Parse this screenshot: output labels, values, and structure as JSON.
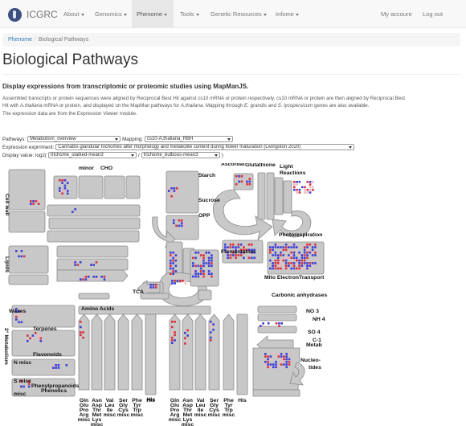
{
  "nav": {
    "brand": "ICGRC",
    "items": [
      {
        "label": "About",
        "has_caret": true
      },
      {
        "label": "Genomics",
        "has_caret": true
      },
      {
        "label": "Phenome",
        "has_caret": true,
        "active": true
      },
      {
        "label": "Tools",
        "has_caret": true
      },
      {
        "label": "Genetic Resources",
        "has_caret": true
      },
      {
        "label": "Infome",
        "has_caret": true
      }
    ],
    "account": "My account",
    "logout": "Log out"
  },
  "breadcrumb": {
    "root": "Phenome",
    "current": "Biological Pathways"
  },
  "page": {
    "title": "Biological Pathways",
    "subtitle": "Display expressions from transcriptomic or proteomic studies using MapManJS.",
    "desc_1": "Assembled transcripts or protein sequences were aligned by Reciprocal Best Hit against cs10 mRNA or protein respectively. cs10 mRNA or protein are then aligned by Reciprocal Best",
    "desc_2a": "Hit with ",
    "desc_2b": "A.thaliana",
    "desc_2c": " mRNA or protein, and displayed on the MapMan pathways for ",
    "desc_2d": "A.thaliana",
    "desc_2e": ". Mapping through ",
    "desc_2f": "E. grandis",
    "desc_2g": " and ",
    "desc_2h": "S. lycopersicum",
    "desc_2i": " genes are also available.",
    "desc_3": "The expression data are from the Expression Viewer module."
  },
  "controls": {
    "pathways_label": "Pathways:",
    "pathways_value": "Metabolism_overview",
    "mapping_label": "Mapping:",
    "mapping_value": "cs10-A.thaliana_RBH",
    "experiment_label": "Expression exprriment:",
    "experiment_value": "Cannabis glandular trichomes alter morphology and metabolite content during flower maturation (Livingston 2020)",
    "display_label": "Display value: log2(",
    "display_value_1": "trichome_stalked-mean3",
    "display_slash": " / ",
    "display_value_2": "trichome_bulbous-mean3",
    "display_close": ")"
  },
  "map": {
    "colors": {
      "block": "#c8c8c8",
      "block_stroke": "#8a8a8a",
      "up": "#d9303e",
      "down": "#3b3fd9",
      "pale": "#f0b8bf"
    },
    "labels": {
      "minor": "minor",
      "cho": "CHO",
      "cell_wall": "Cell wall",
      "lipids": "Lipids",
      "starch": "Starch",
      "sucrose": "Sucrose",
      "opp": "OPP",
      "ascorbate": "Ascorbat",
      "glutathione": "Glutathione",
      "light": "Light",
      "reactions": "Reactions",
      "photorespiration": "Photorespiration",
      "fermentation": "Fermentation",
      "mito": "Mito ElectronTransport",
      "tca": "TCA",
      "carbonic": "Carbonic anhydrases",
      "amino_acids": "Amino Acids",
      "waxes": "Waxes",
      "terpenes": "Terpenes",
      "flavonoids": "Flavonoids",
      "n_misc": "N misc",
      "s_misc": "S misc",
      "phenyl": "Phenylpropanoids",
      "phenolics": "Phenolics",
      "misc": "misc",
      "secondary_metab": "2° Metabolism",
      "no3": "NO 3",
      "nh4": "NH 4",
      "so4": "SO 4",
      "c1": "C-1",
      "metab": "Metab",
      "nucleo": "Nucleo-",
      "tides": "tides",
      "his": "His"
    },
    "aa_columns": [
      [
        "Gln",
        "Glu",
        "Pro",
        "Arg",
        "misc"
      ],
      [
        "Asn",
        "Asp",
        "Thr",
        "Met",
        "Lys",
        "misc"
      ],
      [
        "Val",
        "Leu",
        "Ile",
        "misc"
      ],
      [
        "Ser",
        "Gly",
        "Cys",
        "misc"
      ],
      [
        "Phe",
        "Tyr",
        "Trp",
        "misc"
      ],
      [
        "His"
      ],
      [
        "Gln",
        "Glu",
        "Pro",
        "Arg",
        "misc"
      ],
      [
        "Asn",
        "Asp",
        "Thr",
        "Met",
        "Lys",
        "misc"
      ],
      [
        "Val",
        "Leu",
        "Ile",
        "misc"
      ],
      [
        "Ser",
        "Gly",
        "Cys",
        "misc"
      ],
      [
        "Phe",
        "Tyr",
        "Trp",
        "misc"
      ],
      [
        "His"
      ]
    ]
  }
}
